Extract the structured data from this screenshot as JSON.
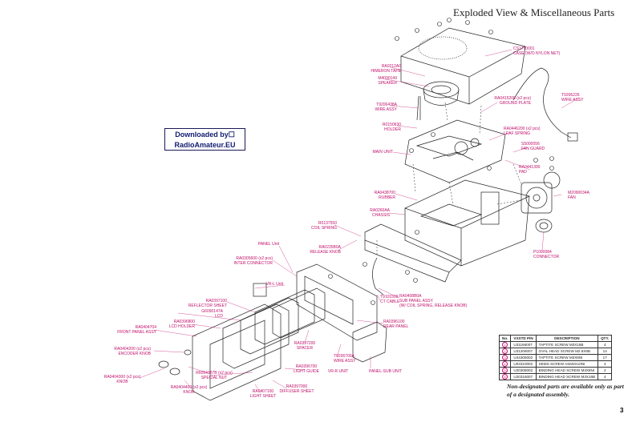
{
  "page": {
    "title": "Exploded View & Miscellaneous Parts",
    "page_number": "3",
    "download_badge": {
      "line1": "Downloaded by☐",
      "line2": "RadioAmateur.EU"
    },
    "note": "Non-designated parts are available only as part of a designated assembly."
  },
  "labels": [
    {
      "id": "case",
      "lines": [
        "CS1770001",
        "CASE (W/O NYLON NET)"
      ]
    },
    {
      "id": "himeron",
      "lines": [
        "RA0212A0",
        "HIMERON TAPE"
      ]
    },
    {
      "id": "speaker",
      "lines": [
        "M4090149",
        "SPEAKER"
      ]
    },
    {
      "id": "ground",
      "lines": [
        "RA0415200 (x2 pcs)",
        "GROUND PLATE"
      ]
    },
    {
      "id": "wire1",
      "lines": [
        "T9206226",
        "WIRE ASSY"
      ]
    },
    {
      "id": "wire2",
      "lines": [
        "T9206438A",
        "WIRE ASSY"
      ]
    },
    {
      "id": "holder",
      "lines": [
        "R0150630",
        "HOLDER"
      ]
    },
    {
      "id": "leaf",
      "lines": [
        "RA0446200 (x2 pcs)",
        "LEAF SPRING"
      ]
    },
    {
      "id": "mainunit",
      "lines": [
        "MAIN UNIT"
      ]
    },
    {
      "id": "fanguard",
      "lines": [
        "S5000056",
        "FAN GUARD"
      ]
    },
    {
      "id": "pad",
      "lines": [
        "RA0441300",
        "PAD"
      ]
    },
    {
      "id": "rubber",
      "lines": [
        "RA0438700",
        "RUBBER"
      ]
    },
    {
      "id": "fan",
      "lines": [
        "M2090034A",
        "FAN"
      ]
    },
    {
      "id": "chassis",
      "lines": [
        "RA0260AA",
        "CHASSIS"
      ]
    },
    {
      "id": "coil",
      "lines": [
        "R0137550",
        "COIL SPRING"
      ]
    },
    {
      "id": "panelunit",
      "lines": [
        "PANEL Unit"
      ]
    },
    {
      "id": "release",
      "lines": [
        "RA0235B0A",
        "RELEASE KNOB"
      ]
    },
    {
      "id": "interconn",
      "lines": [
        "RA0305600 (x2 pcs)",
        "INTER CONNECTOR"
      ]
    },
    {
      "id": "connector",
      "lines": [
        "P1090084",
        "CONNECTOR"
      ]
    },
    {
      "id": "vrl",
      "lines": [
        "VR-L Unit"
      ]
    },
    {
      "id": "subpanel",
      "lines": [
        "RA0408B0A",
        "SUB PANEL ASSY",
        "(W/ COIL SPRING, RELEASE KNOB)"
      ]
    },
    {
      "id": "reflector",
      "lines": [
        "RA0397100",
        "REFLECTOR SHEET"
      ]
    },
    {
      "id": "ctcable",
      "lines": [
        "T9101509",
        "CT CABLE"
      ]
    },
    {
      "id": "lcd",
      "lines": [
        "G6090147A",
        "LCD"
      ]
    },
    {
      "id": "lcdholder",
      "lines": [
        "RA0396800",
        "LCD HOLDER"
      ]
    },
    {
      "id": "rearpanel",
      "lines": [
        "RA0396100",
        "REAR PANEL"
      ]
    },
    {
      "id": "frontpanel",
      "lines": [
        "RA0404704",
        "FRONT PANEL ASSY"
      ]
    },
    {
      "id": "spacer",
      "lines": [
        "RA0397200",
        "SPACER"
      ]
    },
    {
      "id": "wire3",
      "lines": [
        "T9206700A",
        "WIRE ASSY"
      ]
    },
    {
      "id": "encoder",
      "lines": [
        "RA0404200 (x2 pcs)",
        "ENCODER KNOB"
      ]
    },
    {
      "id": "guide",
      "lines": [
        "RA0396700",
        "LIGHT GUIDE"
      ]
    },
    {
      "id": "vrr",
      "lines": [
        "VR-R UNIT"
      ]
    },
    {
      "id": "panelsub",
      "lines": [
        "PANEL-SUB UNIT"
      ]
    },
    {
      "id": "knob1",
      "lines": [
        "RA0404300 (x2 pcs)",
        "KNOB"
      ]
    },
    {
      "id": "specialnut",
      "lines": [
        "R6054387B (x2 pcs)",
        "SPECIAL NUT"
      ]
    },
    {
      "id": "diffuser",
      "lines": [
        "RA0397000",
        "DIFFUSER SHEET"
      ]
    },
    {
      "id": "knob2",
      "lines": [
        "RA0404400 (x2 pcs)",
        "KNOB"
      ]
    },
    {
      "id": "lightsheet",
      "lines": [
        "RA0407100",
        "LIGHT SHEET"
      ]
    }
  ],
  "parts_table": {
    "headers": [
      "No.",
      "VXSTD P/N",
      "DESCRIPTION",
      "QTY."
    ],
    "rows": [
      [
        "1",
        "U31166007",
        "TAPTITE SCREW M3X16B",
        "4"
      ],
      [
        "2",
        "U31206007",
        "OVAL HEAD SCREW M2.6X6B",
        "14"
      ],
      [
        "3",
        "U44308002",
        "TAPTITE SCREW M3X8NI",
        "17"
      ],
      [
        "4",
        "U03310002",
        "SEMS SCREW ASM3X10NI",
        "4"
      ],
      [
        "5",
        "U20308002",
        "BINDING HEAD SCREW M3X8NI",
        "2"
      ],
      [
        "6",
        "U20316007",
        "BINDING HEAD SCREW M3X16B",
        "4"
      ]
    ]
  },
  "colors": {
    "label": "#c0106c",
    "line": "#222222",
    "badge": "#111b70"
  }
}
